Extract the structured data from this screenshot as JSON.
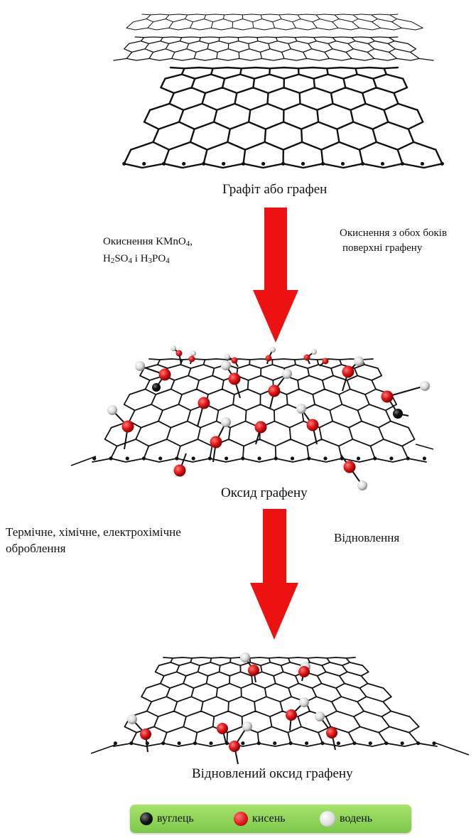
{
  "labels": {
    "graphite": "Графіт або графен",
    "oxide": "Оксид графену",
    "reduced": "Відновлений оксид графену"
  },
  "step1": {
    "left_line1_pre": "Окиснення KMnO",
    "left_line1_sub": "4",
    "left_line1_post": ",",
    "left_line2_a": "H",
    "left_line2_a_sub": "2",
    "left_line2_b": "SO",
    "left_line2_b_sub": "4",
    "left_line2_c": " і H",
    "left_line2_c_sub": "3",
    "left_line2_d": "PO",
    "left_line2_d_sub": "4",
    "right_line1": "Окиснення з обох боків",
    "right_line2": "поверхні графену"
  },
  "step2": {
    "left_line1": "Термічне, хімічне, електрохімічне",
    "left_line2": "оброблення",
    "right": "Відновлення"
  },
  "legend": {
    "carbon": "вуглець",
    "oxygen": "кисень",
    "hydrogen": "водень"
  },
  "colors": {
    "arrow": "#ee1111",
    "carbon": "#111111",
    "oxygen": "#e01818",
    "hydrogen": "#e8e8e8",
    "legend_bg": "#8fd45a"
  }
}
